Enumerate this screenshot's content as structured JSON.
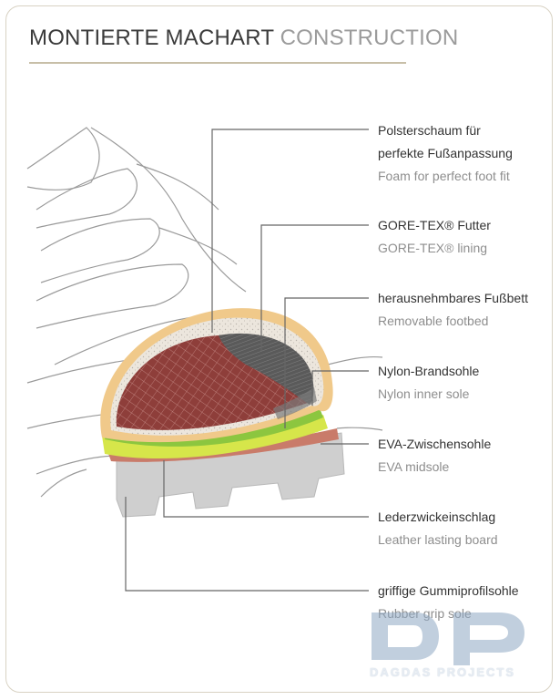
{
  "header": {
    "title_de": "MONTIERTE MACHART",
    "title_en": "CONSTRUCTION"
  },
  "labels": [
    {
      "de_line1": "Polsterschaum für",
      "de_line2": "perfekte Fußanpassung",
      "en": "Foam for perfect foot fit"
    },
    {
      "de_line1": "GORE-TEX® Futter",
      "en": "GORE-TEX® lining"
    },
    {
      "de_line1": "herausnehmbares Fußbett",
      "en": "Removable footbed"
    },
    {
      "de_line1": "Nylon-Brandsohle",
      "en": "Nylon inner sole"
    },
    {
      "de_line1": "EVA-Zwischensohle",
      "en": "EVA midsole"
    },
    {
      "de_line1": "Lederzwickeinschlag",
      "en": "Leather lasting board"
    },
    {
      "de_line1": "griffige Gummiprofilsohle",
      "en": "Rubber grip sole"
    }
  ],
  "watermark": {
    "logo_text": "dp",
    "brand_text": "DAGDAS PROJECTS"
  },
  "colors": {
    "leader_line": "#666666",
    "foam_outer": "#f0c98a",
    "foam_inner": "#e9e4dc",
    "leather": "#8e3e3a",
    "gore_tex": "#555555",
    "footbed_green": "#8cc63f",
    "midsole_yellow": "#d6e64a",
    "rubber": "#cfcfcf",
    "title_rule": "#c8bfa8"
  }
}
